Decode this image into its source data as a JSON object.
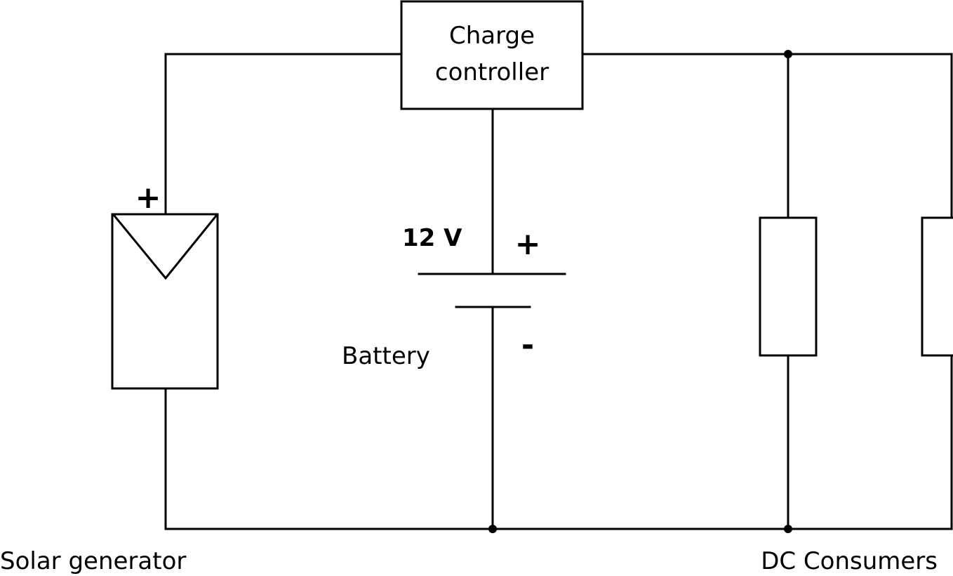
{
  "charge_controller": {
    "line1": "Charge",
    "line2": "controller"
  },
  "battery": {
    "voltage": "12 V",
    "label": "Battery",
    "plus": "+",
    "minus": "-"
  },
  "solar": {
    "plus": "+",
    "label": "Solar generator"
  },
  "consumers": {
    "label": "DC Consumers"
  }
}
